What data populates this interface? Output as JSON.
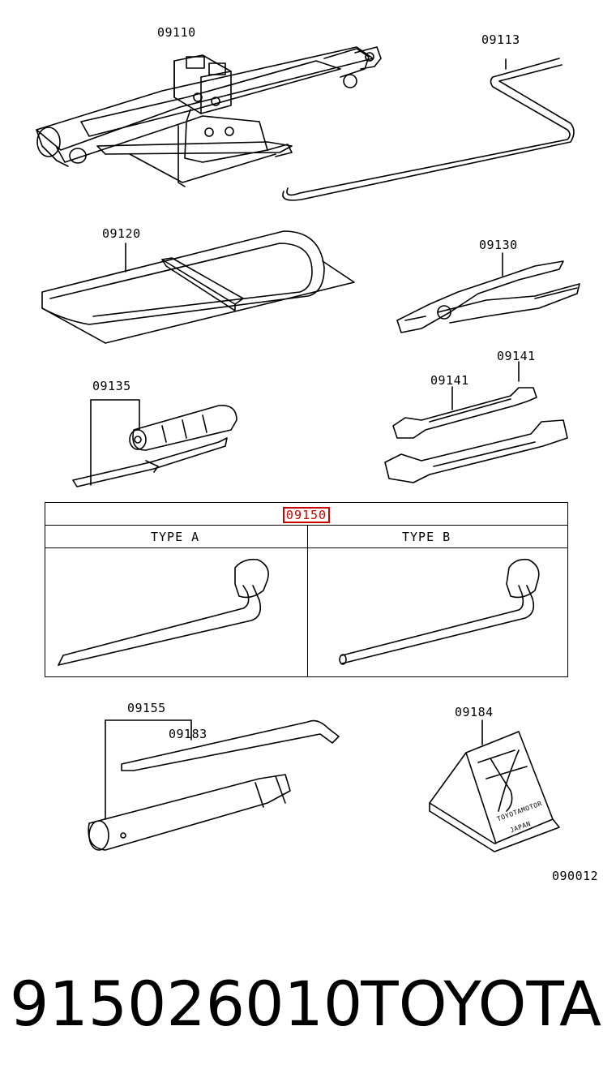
{
  "parts": {
    "jack": "09110",
    "jack_handle": "09113",
    "tool_bag": "09120",
    "pliers": "09130",
    "screwdriver": "09135",
    "wrench_small": "09141",
    "wrench_large": "09141",
    "lug_wrench": "09150",
    "socket_bar": "09155",
    "handle_bar": "09183",
    "wheel_chock": "09184"
  },
  "table": {
    "header": "09150",
    "col_a": "TYPE  A",
    "col_b": "TYPE  B"
  },
  "chock_text": [
    "TOYOTAMOTOR",
    "JAPAN"
  ],
  "diagram_code": "090012",
  "footer": {
    "part_number": "915026010",
    "brand": "TOYOTA"
  },
  "highlight_color": "#cc0000"
}
